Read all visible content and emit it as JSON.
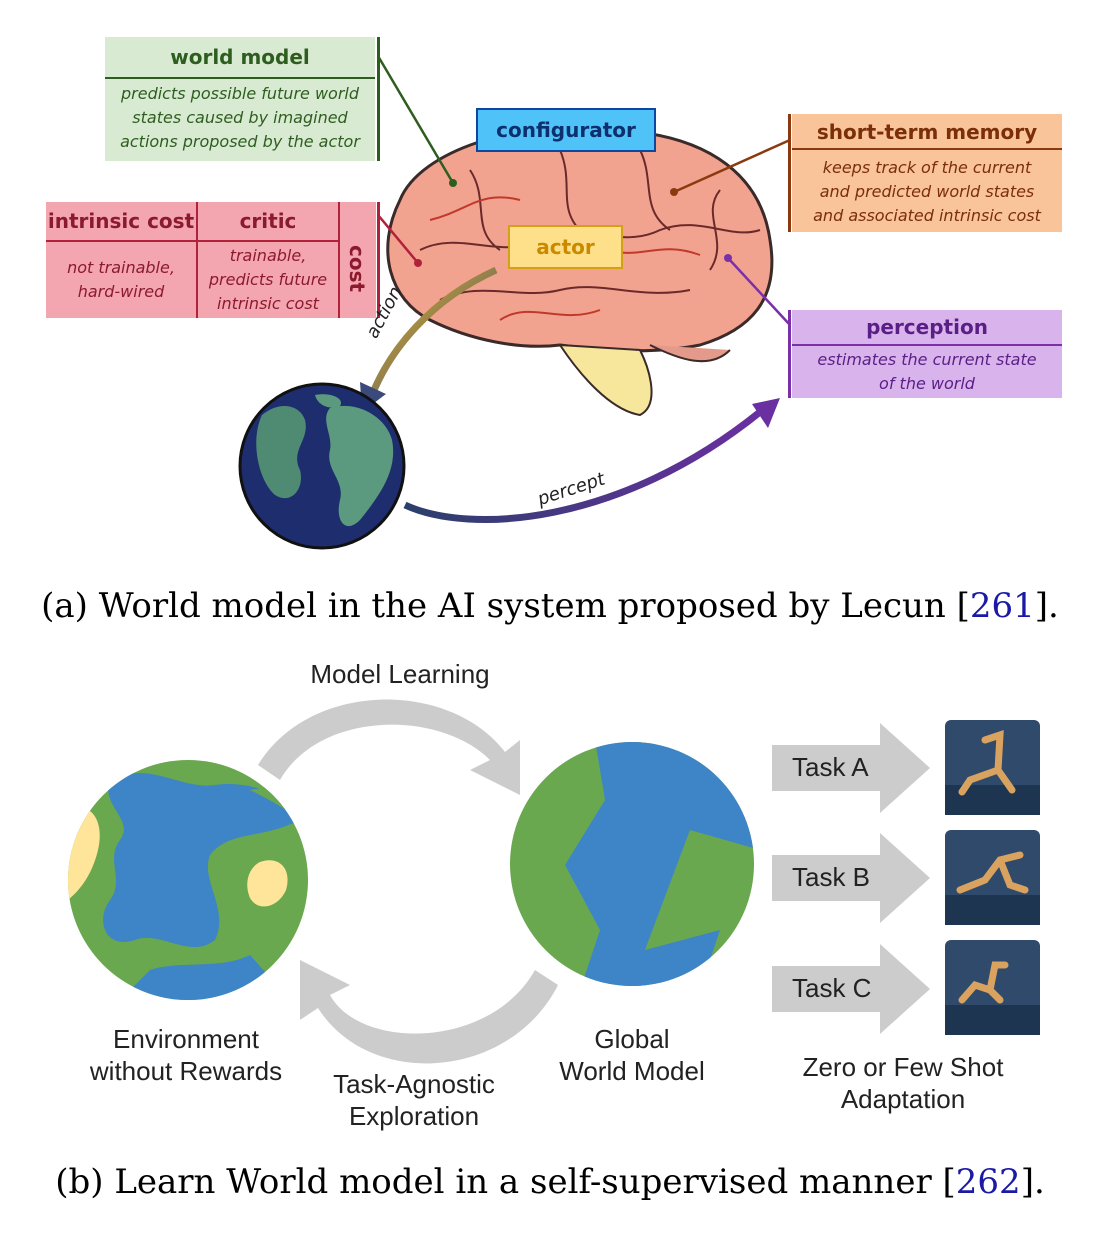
{
  "panel_a": {
    "world_model": {
      "title": "world model",
      "desc": [
        "predicts possible future world",
        "states caused by imagined",
        "actions proposed by the actor"
      ]
    },
    "configurator": {
      "title": "configurator"
    },
    "short_term_memory": {
      "title": "short-term memory",
      "desc": [
        "keeps track of the current",
        "and predicted world states",
        "and associated intrinsic cost"
      ]
    },
    "cost": {
      "label": "cost",
      "intrinsic": {
        "title": "intrinsic cost",
        "desc": [
          "not trainable,",
          "hard-wired"
        ]
      },
      "critic": {
        "title": "critic",
        "desc": [
          "trainable,",
          "predicts future",
          "intrinsic cost"
        ]
      }
    },
    "actor": {
      "title": "actor"
    },
    "perception": {
      "title": "perception",
      "desc": [
        "estimates the current state",
        "of the world"
      ]
    },
    "arrow_action": "action",
    "arrow_percept": "percept",
    "caption": {
      "prefix": "(a) World model in the AI system proposed by Lecun [",
      "ref": "261",
      "suffix": "]."
    },
    "colors": {
      "world_model": "#d9ead3",
      "configurator": "#4fc3f7",
      "short_term_memory": "#f9c49a",
      "cost": "#f4a6b0",
      "actor": "#ffe08a",
      "perception": "#d9b3ec"
    }
  },
  "panel_b": {
    "model_learning": "Model Learning",
    "environment": [
      "Environment",
      "without Rewards"
    ],
    "exploration": [
      "Task-Agnostic",
      "Exploration"
    ],
    "global_model": [
      "Global",
      "World Model"
    ],
    "tasks": [
      "Task A",
      "Task B",
      "Task C"
    ],
    "adaptation": [
      "Zero or Few Shot",
      "Adaptation"
    ],
    "caption": {
      "prefix": "(b) Learn World model in a self-supervised manner [",
      "ref": "262",
      "suffix": "]."
    },
    "colors": {
      "land": "#6aa84f",
      "water": "#3d85c6",
      "sand": "#ffe599",
      "arrow": "#cccccc"
    }
  }
}
